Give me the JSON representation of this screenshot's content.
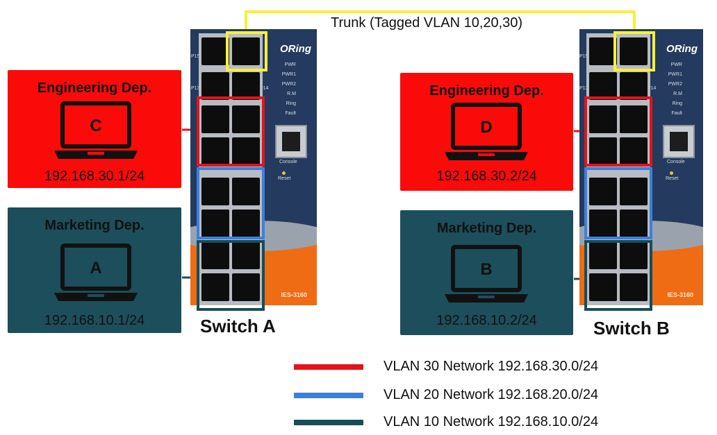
{
  "trunk": {
    "label": "Trunk (Tagged VLAN 10,20,30)",
    "color": "#f6f03a"
  },
  "switches": [
    {
      "name": "Switch A",
      "brand": "ORing",
      "model": "IES-3160"
    },
    {
      "name": "Switch B",
      "brand": "ORing",
      "model": "IES-3160"
    }
  ],
  "switch_panel": {
    "leds": [
      "PWR",
      "PWR1",
      "PWR2",
      "R.M",
      "Ring",
      "Fault"
    ],
    "console_label": "Console",
    "reset_label": "Reset",
    "port_tags": [
      "P15",
      "P13",
      "P14"
    ]
  },
  "departments": [
    {
      "id": "C",
      "name": "Engineering Dep.",
      "ip": "192.168.30.1/24",
      "color": "#fb0a0a"
    },
    {
      "id": "A",
      "name": "Marketing Dep.",
      "ip": "192.168.10.1/24",
      "color": "#1d4e5b"
    },
    {
      "id": "D",
      "name": "Engineering Dep.",
      "ip": "192.168.30.2/24",
      "color": "#fb0a0a"
    },
    {
      "id": "B",
      "name": "Marketing Dep.",
      "ip": "192.168.10.2/24",
      "color": "#1d4e5b"
    }
  ],
  "legend": [
    {
      "label": "VLAN 30 Network 192.168.30.0/24",
      "color": "#e3131b"
    },
    {
      "label": "VLAN 20 Network 192.168.20.0/24",
      "color": "#3b7fe0"
    },
    {
      "label": "VLAN 10 Network 192.168.10.0/24",
      "color": "#174d5a"
    }
  ]
}
